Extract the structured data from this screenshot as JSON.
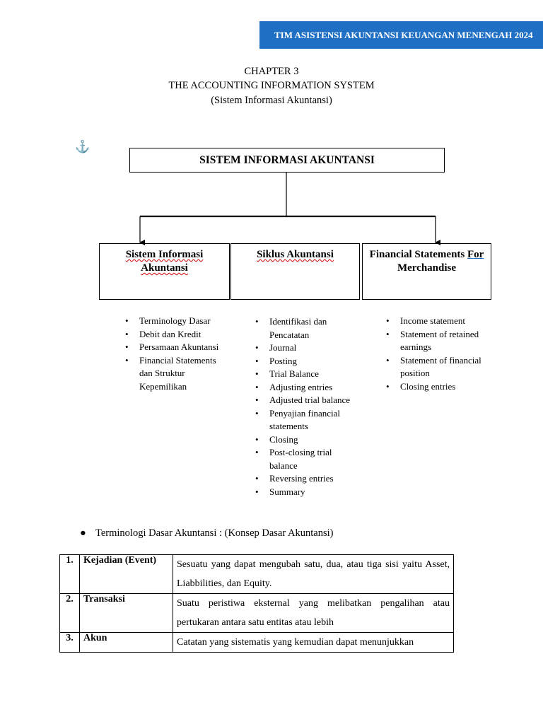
{
  "header": {
    "banner": "TIM ASISTENSI AKUNTANSI KEUANGAN MENENGAH   2024"
  },
  "title": {
    "chapter": "CHAPTER 3",
    "name": "THE ACCOUNTING INFORMATION SYSTEM",
    "subtitle": "(Sistem Informasi Akuntansi)"
  },
  "diagram": {
    "root": "SISTEM INFORMASI AKUNTANSI",
    "child1": {
      "line1": "Sistem Informasi",
      "line2": "Akuntansi"
    },
    "child2": {
      "line1": "Siklus Akuntansi"
    },
    "child3": {
      "line1a": "Financial Statements ",
      "line1b": "For",
      "line2": "Merchandise"
    },
    "list1": [
      "Terminology Dasar",
      "Debit dan Kredit",
      "Persamaan Akuntansi",
      "Financial Statements dan Struktur Kepemilikan"
    ],
    "list2": [
      "Identifikasi dan Pencatatan",
      "Journal",
      "Posting",
      "Trial Balance",
      "Adjusting entries",
      "Adjusted trial balance",
      "Penyajian financial statements",
      "Closing",
      "Post-closing trial balance",
      "Reversing entries",
      "Summary"
    ],
    "list3": [
      "Income statement",
      "Statement of retained earnings",
      "Statement of financial position",
      "Closing entries"
    ]
  },
  "terminology": {
    "bullet": "Terminologi Dasar Akuntansi : (Konsep Dasar Akuntansi)",
    "rows": [
      {
        "no": "1.",
        "term": "Kejadian (Event)",
        "desc": "Sesuatu yang dapat mengubah satu, dua, atau tiga sisi yaitu Asset, Liabbilities, dan Equity."
      },
      {
        "no": "2.",
        "term": "Transaksi",
        "desc": "Suatu peristiwa eksternal yang melibatkan pengalihan atau pertukaran antara satu entitas atau lebih"
      },
      {
        "no": "3.",
        "term": "Akun",
        "desc": "Catatan yang sistematis yang kemudian dapat menunjukkan"
      }
    ]
  }
}
